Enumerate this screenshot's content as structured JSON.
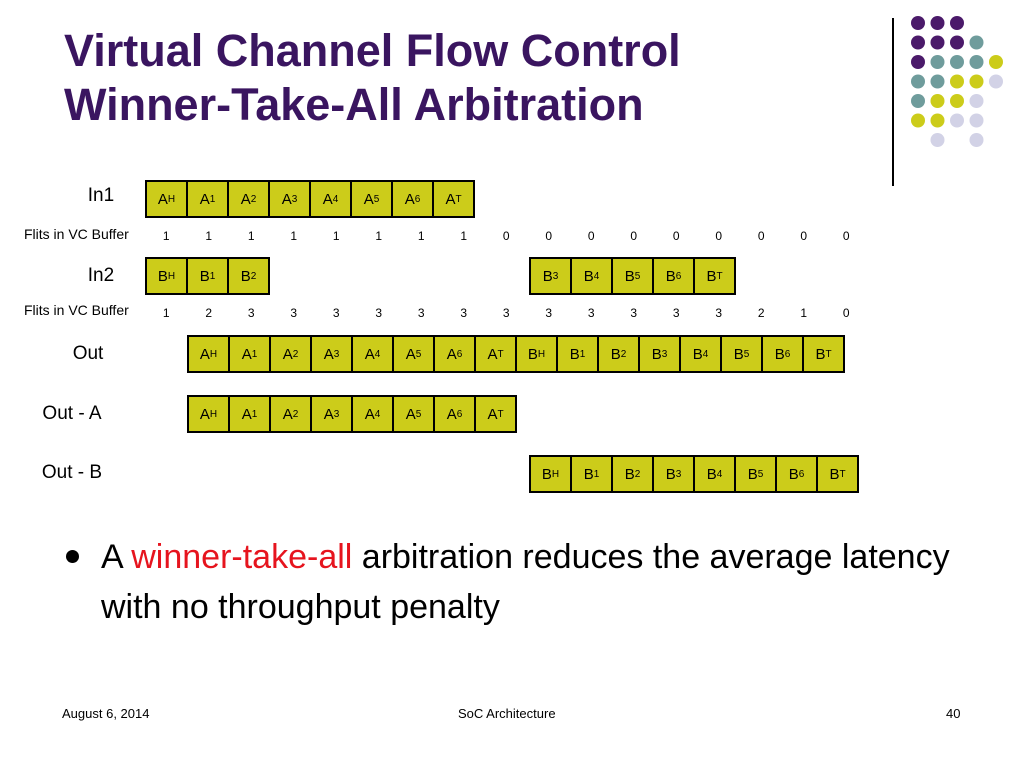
{
  "title": {
    "line1": "Virtual Channel Flow Control",
    "line2": "Winner-Take-All Arbitration"
  },
  "colors": {
    "title": "#3a1560",
    "cell": "#cccc1a",
    "highlight": "#e6141e",
    "dot_purple": "#4b1a6a",
    "dot_teal": "#6f9c9c",
    "dot_yellow": "#cccc1a",
    "dot_lavender": "#d2d2e6"
  },
  "labels": {
    "in1": "In1",
    "in2": "In2",
    "out": "Out",
    "out_a": "Out - A",
    "out_b": "Out - B",
    "buffer1": "Flits in VC Buffer",
    "buffer2": "Flits in VC Buffer"
  },
  "rows": {
    "in1": [
      [
        "A",
        "H"
      ],
      [
        "A",
        "1"
      ],
      [
        "A",
        "2"
      ],
      [
        "A",
        "3"
      ],
      [
        "A",
        "4"
      ],
      [
        "A",
        "5"
      ],
      [
        "A",
        "6"
      ],
      [
        "A",
        "T"
      ]
    ],
    "in2_a": [
      [
        "B",
        "H"
      ],
      [
        "B",
        "1"
      ],
      [
        "B",
        "2"
      ]
    ],
    "in2_b": [
      [
        "B",
        "3"
      ],
      [
        "B",
        "4"
      ],
      [
        "B",
        "5"
      ],
      [
        "B",
        "6"
      ],
      [
        "B",
        "T"
      ]
    ],
    "out": [
      [
        "A",
        "H"
      ],
      [
        "A",
        "1"
      ],
      [
        "A",
        "2"
      ],
      [
        "A",
        "3"
      ],
      [
        "A",
        "4"
      ],
      [
        "A",
        "5"
      ],
      [
        "A",
        "6"
      ],
      [
        "A",
        "T"
      ],
      [
        "B",
        "H"
      ],
      [
        "B",
        "1"
      ],
      [
        "B",
        "2"
      ],
      [
        "B",
        "3"
      ],
      [
        "B",
        "4"
      ],
      [
        "B",
        "5"
      ],
      [
        "B",
        "6"
      ],
      [
        "B",
        "T"
      ]
    ],
    "out_a": [
      [
        "A",
        "H"
      ],
      [
        "A",
        "1"
      ],
      [
        "A",
        "2"
      ],
      [
        "A",
        "3"
      ],
      [
        "A",
        "4"
      ],
      [
        "A",
        "5"
      ],
      [
        "A",
        "6"
      ],
      [
        "A",
        "T"
      ]
    ],
    "out_b": [
      [
        "B",
        "H"
      ],
      [
        "B",
        "1"
      ],
      [
        "B",
        "2"
      ],
      [
        "B",
        "3"
      ],
      [
        "B",
        "4"
      ],
      [
        "B",
        "5"
      ],
      [
        "B",
        "6"
      ],
      [
        "B",
        "T"
      ]
    ]
  },
  "buffers": {
    "in1": [
      "1",
      "1",
      "1",
      "1",
      "1",
      "1",
      "1",
      "1",
      "0",
      "0",
      "0",
      "0",
      "0",
      "0",
      "0",
      "0",
      "0"
    ],
    "in2": [
      "1",
      "2",
      "3",
      "3",
      "3",
      "3",
      "3",
      "3",
      "3",
      "3",
      "3",
      "3",
      "3",
      "3",
      "2",
      "1",
      "0"
    ]
  },
  "bullet": {
    "before": "A ",
    "highlight": "winner-take-all",
    "after": " arbitration reduces the average latency with no throughput penalty"
  },
  "footer": {
    "date": "August 6, 2014",
    "center": "SoC Architecture",
    "page": "40"
  },
  "decor_dots": [
    [
      "purple",
      "purple",
      "purple",
      null,
      null
    ],
    [
      "purple",
      "purple",
      "purple",
      "teal",
      null
    ],
    [
      "purple",
      "teal",
      "teal",
      "teal",
      "yellow"
    ],
    [
      "teal",
      "teal",
      "yellow",
      "yellow",
      "lavender"
    ],
    [
      "teal",
      "yellow",
      "yellow",
      "lavender",
      null
    ],
    [
      "yellow",
      "yellow",
      "lavender",
      "lavender",
      null
    ],
    [
      null,
      "lavender",
      null,
      "lavender",
      null
    ]
  ]
}
